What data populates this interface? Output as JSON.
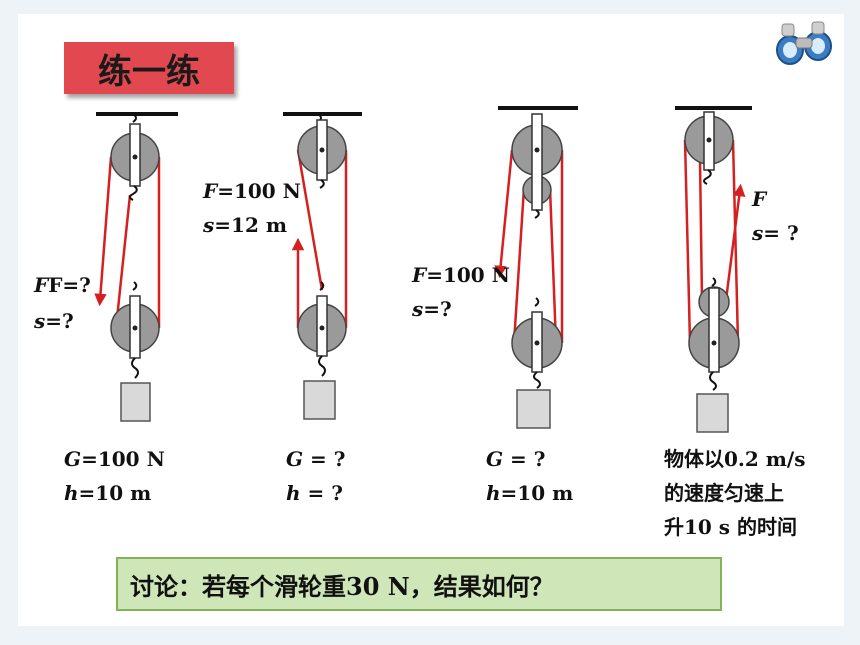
{
  "title": "练一练",
  "diagram1": {
    "force_label": "F=?",
    "dist_label": "s=?",
    "weight_line": "G=100 N",
    "height_line": "h=10 m"
  },
  "diagram2": {
    "force_label": "F=100 N",
    "dist_label": "s=12 m",
    "weight_line": "G = ?",
    "height_line": "h = ?"
  },
  "diagram3": {
    "force_label": "F=100 N",
    "dist_label": "s=?",
    "weight_line": "G = ?",
    "height_line": "h=10 m"
  },
  "diagram4": {
    "force_label": "F",
    "dist_label": "s= ?",
    "desc_line1": "物体以0.2 m/s",
    "desc_line2": "的速度匀速上",
    "desc_line3": "升10 s 的时间"
  },
  "discussion": "讨论：若每个滑轮重30 N，结果如何？",
  "colors": {
    "title_bg": "#e2484f",
    "rope": "#d62020",
    "pulley": "#9a9a9a",
    "discussion_bg": "#cfe6b8",
    "discussion_border": "#80b456"
  },
  "icons": [
    "binoculars-icon"
  ]
}
